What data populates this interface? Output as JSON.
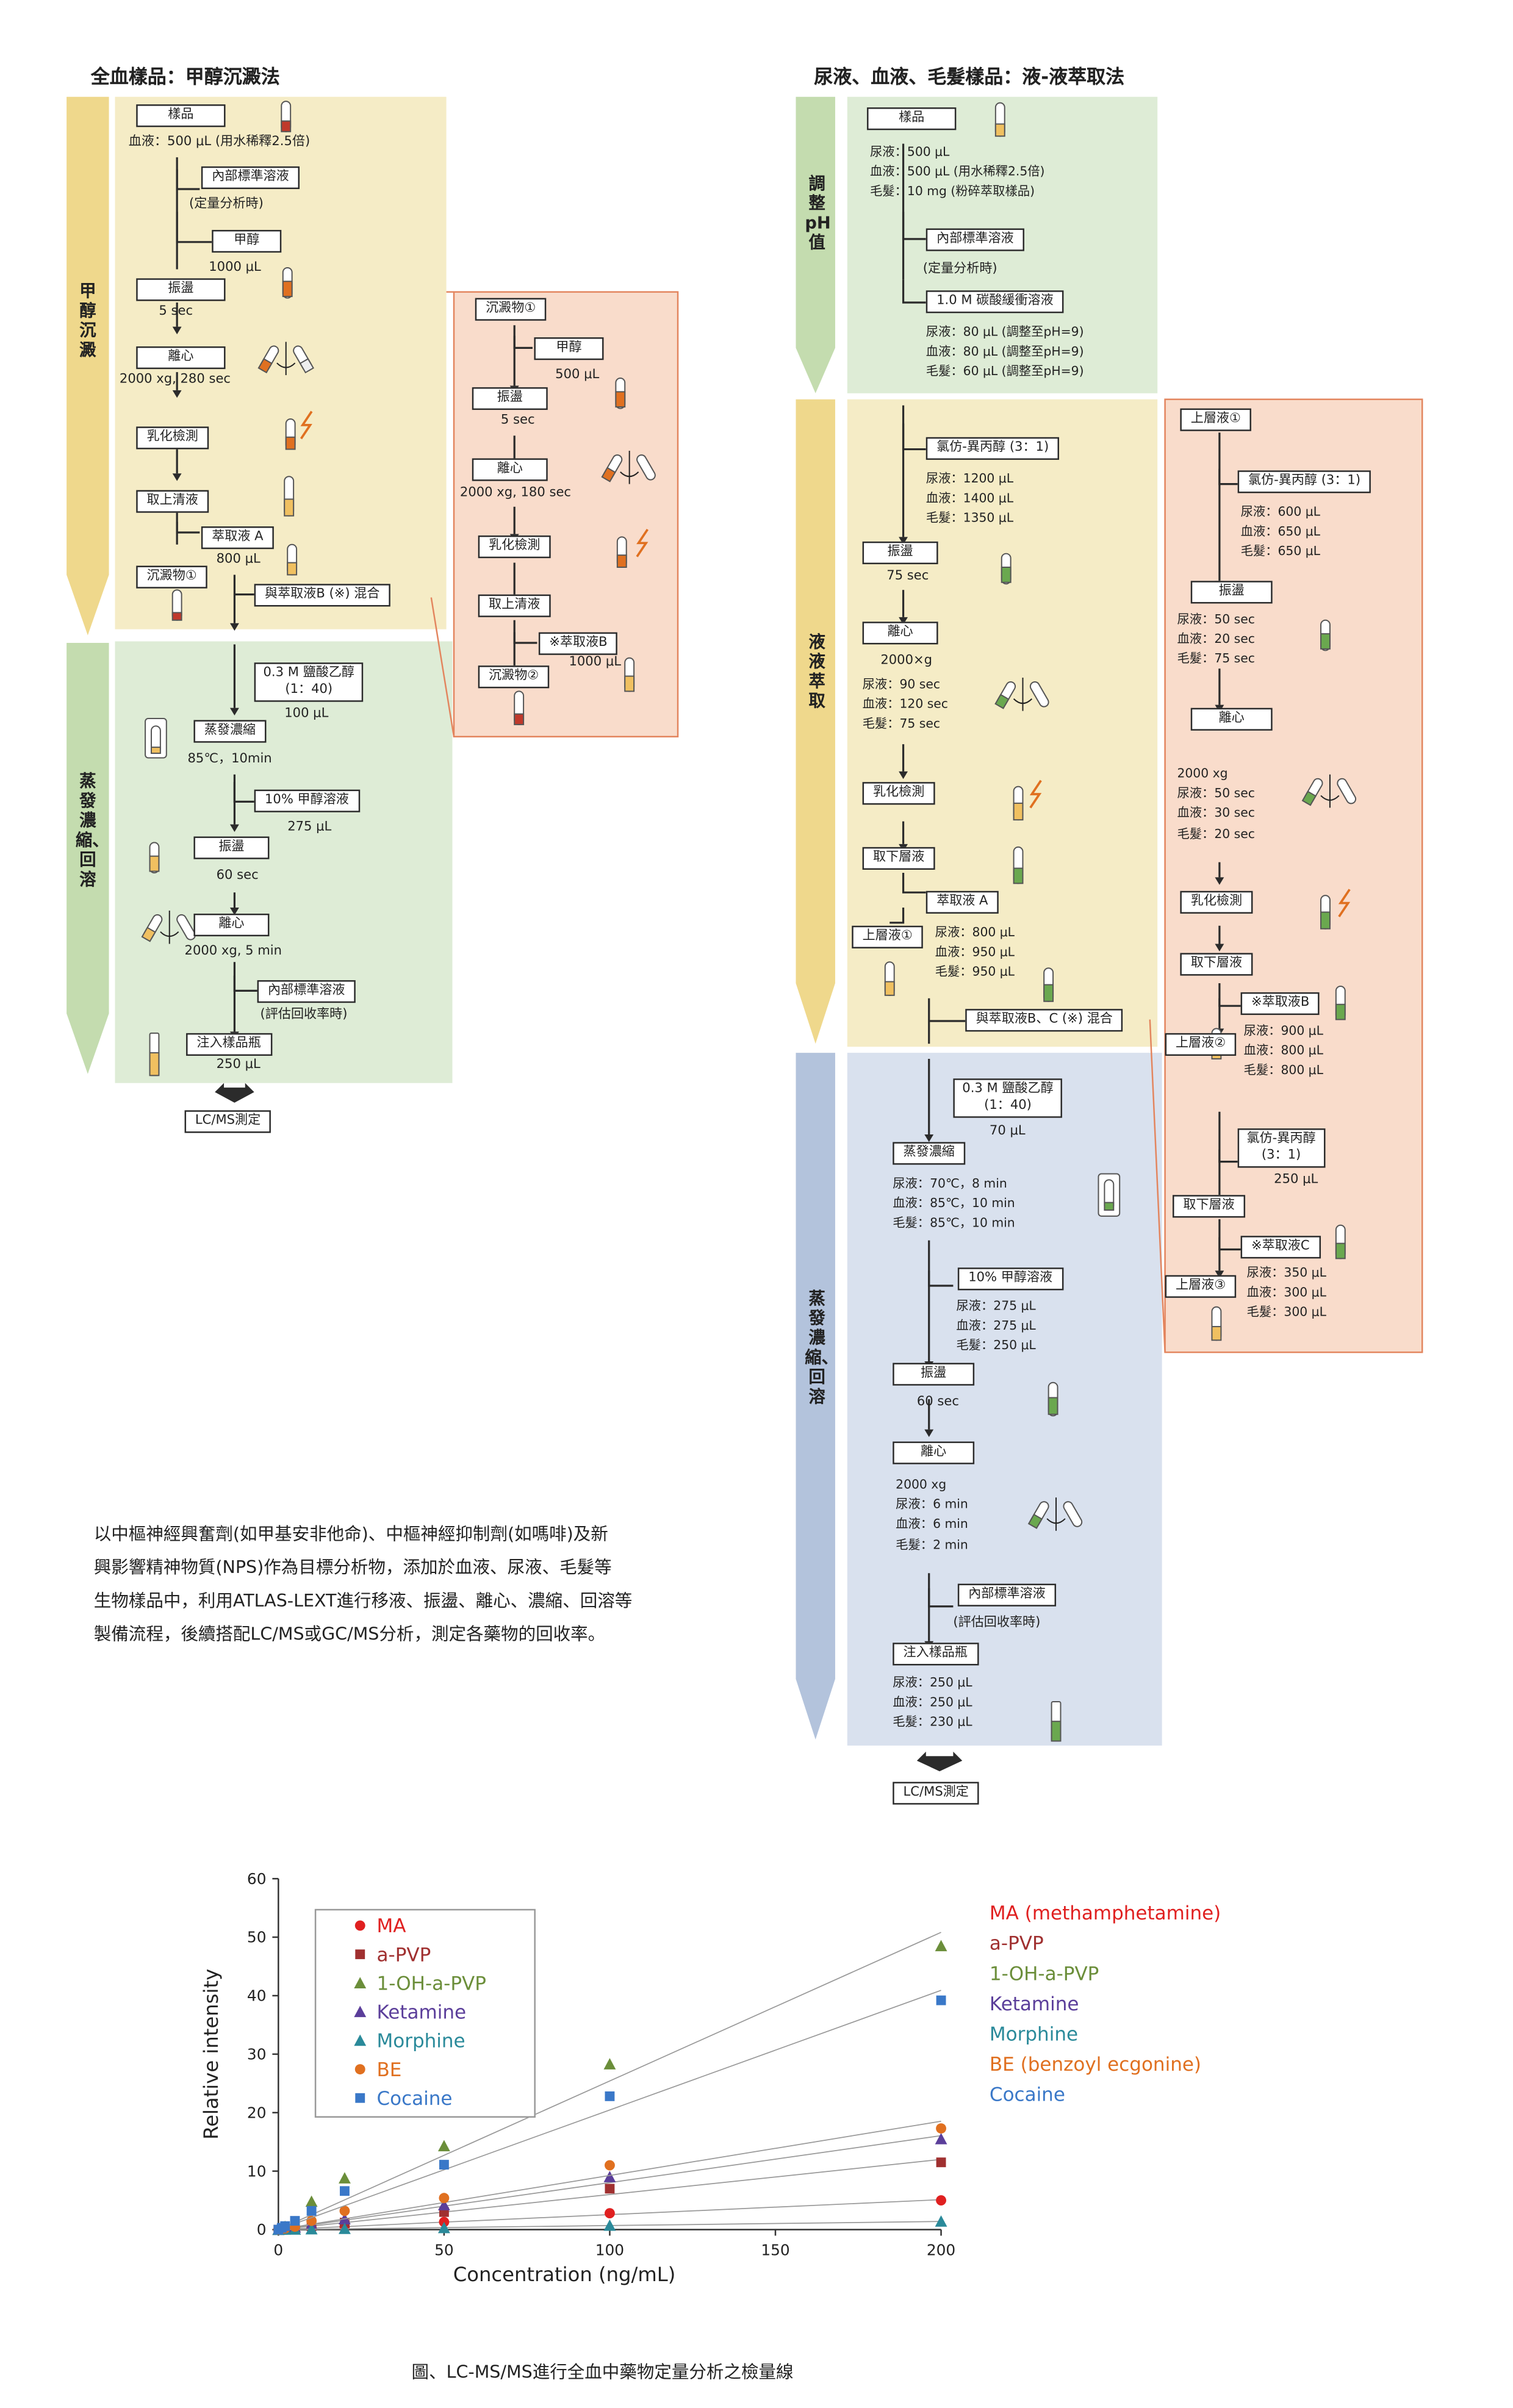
{
  "colors": {
    "yellow": "#f5ecc6",
    "green": "#deecd6",
    "pink": "#f9dccb",
    "blue": "#d9e1ee",
    "pink_border": "#e3855e",
    "side_yellow": "#efd88c",
    "side_green": "#c4dcaf",
    "side_blue": "#b3c3dc",
    "line": "#2b2b2b"
  },
  "left": {
    "title": "全血樣品：甲醇沉澱法",
    "side_yellow": "甲醇沉澱",
    "side_green": "蒸發濃縮、回溶",
    "sample_box": "樣品",
    "sample_note": "血液：500 μL (用水稀釋2.5倍)",
    "is_box": "內部標準溶液",
    "is_note": "(定量分析時)",
    "meoh_box": "甲醇",
    "meoh_vol": "1000 μL",
    "shake_box": "振盪",
    "shake_time": "5 sec",
    "cent_box": "離心",
    "cent_cond": "2000 xg, 280 sec",
    "emul_box": "乳化檢測",
    "super_box": "取上清液",
    "extA_box": "萃取液 A",
    "extA_vol": "800 μL",
    "ppt1_box": "沉澱物①",
    "mix_box": "與萃取液B (※) 混合",
    "hcl_box": "0.3 M 鹽酸乙醇\n(1：40)",
    "hcl_vol": "100 μL",
    "evap_box": "蒸發濃縮",
    "evap_cond": "85℃，10min",
    "meoh10_box": "10% 甲醇溶液",
    "meoh10_vol": "275 μL",
    "shake2_box": "振盪",
    "shake2_time": "60 sec",
    "cent2_box": "離心",
    "cent2_cond": "2000 xg, 5 min",
    "is2_box": "內部標準溶液",
    "is2_note": "(評估回收率時)",
    "vial_box": "注入樣品瓶",
    "vial_vol": "250 μL",
    "lcms_box": "LC/MS測定"
  },
  "pink_left": {
    "ppt1": "沉澱物①",
    "meoh_box": "甲醇",
    "meoh_vol": "500 μL",
    "shake_box": "振盪",
    "shake_time": "5 sec",
    "cent_box": "離心",
    "cent_cond": "2000 xg, 180 sec",
    "emul_box": "乳化檢測",
    "super_box": "取上清液",
    "extB_box": "※萃取液B",
    "extB_vol": "1000 μL",
    "ppt2": "沉澱物②"
  },
  "right": {
    "title": "尿液、血液、毛髮樣品：液-液萃取法",
    "side_green": "調整pH值",
    "side_yellow": "液液萃取",
    "side_blue": "蒸發濃縮、回溶",
    "sample_box": "樣品",
    "sample_note": "尿液：500 μL\n血液：500 μL (用水稀釋2.5倍)\n毛髮：10 mg (粉碎萃取樣品)",
    "is_box": "內部標準溶液",
    "is_note": "(定量分析時)",
    "buf_box": "1.0 M 碳酸緩衝溶液",
    "buf_note": "尿液：80 μL (調整至pH=9)\n血液：80 μL (調整至pH=9)\n毛髮：60 μL (調整至pH=9)",
    "chl_box": "氯仿-異丙醇 (3：1)",
    "chl_note": "尿液：1200 μL\n血液：1400 μL\n毛髮：1350 μL",
    "shake_box": "振盪",
    "shake_time": "75 sec",
    "cent_box": "離心",
    "cent_g": "2000×g",
    "cent_note": "尿液：90 sec\n血液：120 sec\n毛髮：75 sec",
    "emul_box": "乳化檢測",
    "lower_box": "取下層液",
    "extA_box": "萃取液 A",
    "upper1_box": "上層液①",
    "extA_note": "尿液：800 μL\n血液：950 μL\n毛髮：950 μL",
    "mix_box": "與萃取液B、C (※) 混合",
    "hcl_box": "0.3 M 鹽酸乙醇\n(1：40)",
    "hcl_vol": "70 μL",
    "evap_box": "蒸發濃縮",
    "evap_note": "尿液：70℃，8 min\n血液：85℃，10 min\n毛髮：85℃，10 min",
    "meoh10_box": "10% 甲醇溶液",
    "meoh10_note": "尿液：275 μL\n血液：275 μL\n毛髮：250 μL",
    "shake2_box": "振盪",
    "shake2_time": "60 sec",
    "cent2_box": "離心",
    "cent2_note": "2000 xg\n尿液：6 min\n血液：6 min\n毛髮：2 min",
    "is2_box": "內部標準溶液",
    "is2_note": "(評估回收率時)",
    "vial_box": "注入樣品瓶",
    "vial_note": "尿液：250 μL\n血液：250 μL\n毛髮：230 μL",
    "lcms_box": "LC/MS測定"
  },
  "pink_right": {
    "upper1": "上層液①",
    "chl_box": "氯仿-異丙醇 (3：1)",
    "chl_note": "尿液：600 μL\n血液：650 μL\n毛髮：650 μL",
    "shake_box": "振盪",
    "shake_note": "尿液：50 sec\n血液：20 sec\n毛髮：75 sec",
    "cent_box": "離心",
    "cent_note": "2000 xg\n尿液：50 sec\n血液：30 sec\n毛髮：20 sec",
    "emul_box": "乳化檢測",
    "lower1_box": "取下層液",
    "extB_box": "※萃取液B",
    "upper2_box": "上層液②",
    "extB_note": "尿液：900 μL\n血液：800 μL\n毛髮：800 μL",
    "chl2_box": "氯仿-異丙醇\n(3：1)",
    "chl2_vol": "250 μL",
    "lower2_box": "取下層液",
    "extC_box": "※萃取液C",
    "upper3_box": "上層液③",
    "extC_note": "尿液：350 μL\n血液：300 μL\n毛髮：300 μL"
  },
  "description": "以中樞神經興奮劑(如甲基安非他命)、中樞神經抑制劑(如嗎啡)及新\n興影響精神物質(NPS)作為目標分析物，添加於血液、尿液、毛髮等\n生物樣品中，利用ATLAS-LEXT進行移液、振盪、離心、濃縮、回溶等\n製備流程，後續搭配LC/MS或GC/MS分析，測定各藥物的回收率。",
  "caption": "圖、LC-MS/MS進行全血中藥物定量分析之檢量線",
  "right_legend": [
    "MA (methamphetamine)",
    "a-PVP",
    "1-OH-a-PVP",
    "Ketamine",
    "Morphine",
    "BE (benzoyl ecgonine)",
    "Cocaine"
  ],
  "chart_data": {
    "type": "scatter",
    "title": "",
    "xlabel": "Concentration (ng/mL)",
    "ylabel": "Relative intensity",
    "xlim": [
      0,
      200
    ],
    "ylim": [
      0,
      60
    ],
    "xticks": [
      "0",
      "50",
      "100",
      "150",
      "200"
    ],
    "yticks": [
      "0",
      "10",
      "20",
      "30",
      "40",
      "50",
      "60"
    ],
    "grid": false,
    "legend_position": "top-left",
    "x": [
      0,
      1,
      2,
      5,
      10,
      20,
      50,
      100,
      200
    ],
    "series": [
      {
        "name": "MA",
        "marker": "circle",
        "color": "#e02020",
        "values": [
          0,
          0.03,
          0.05,
          0.12,
          0.25,
          0.5,
          1.3,
          2.8,
          5.0
        ]
      },
      {
        "name": "a-PVP",
        "marker": "square",
        "color": "#a03030",
        "values": [
          0,
          0.06,
          0.12,
          0.3,
          0.6,
          1.2,
          3.0,
          7.0,
          11.5
        ]
      },
      {
        "name": "1-OH-a-PVP",
        "marker": "triangle",
        "color": "#6b8e3a",
        "values": [
          0,
          0.25,
          0.5,
          1.3,
          4.8,
          8.8,
          14.3,
          28.3,
          48.5
        ]
      },
      {
        "name": "Ketamine",
        "marker": "triangle",
        "color": "#5b3e9a",
        "values": [
          0,
          0.1,
          0.2,
          0.4,
          0.9,
          1.8,
          4.2,
          9.0,
          15.5
        ]
      },
      {
        "name": "Morphine",
        "marker": "triangle",
        "color": "#2a8a9a",
        "values": [
          0,
          0.01,
          0.02,
          0.04,
          0.08,
          0.15,
          0.3,
          0.7,
          1.4
        ]
      },
      {
        "name": "BE",
        "marker": "circle",
        "color": "#e07020",
        "values": [
          0,
          0.1,
          0.2,
          0.5,
          1.5,
          3.2,
          5.4,
          11.0,
          17.3
        ]
      },
      {
        "name": "Cocaine",
        "marker": "square",
        "color": "#3a78c8",
        "values": [
          0,
          0.3,
          0.6,
          1.5,
          3.2,
          6.6,
          11.1,
          22.8,
          39.2
        ]
      }
    ]
  }
}
